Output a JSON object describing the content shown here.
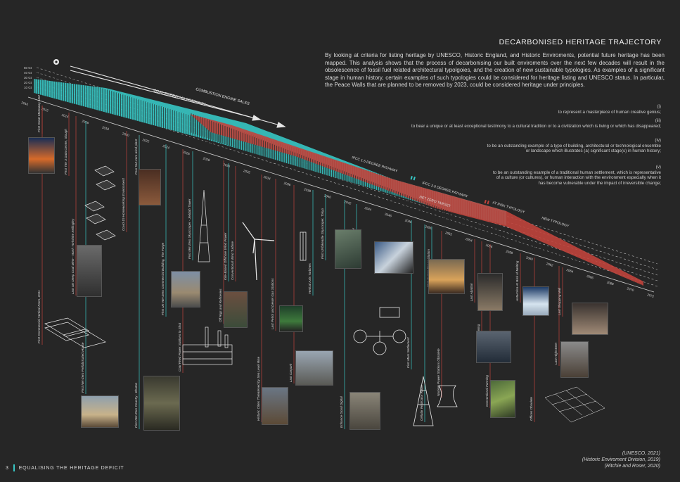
{
  "title": "DECARBONISED HERITAGE TRAJECTORY",
  "intro": "By looking at criteria for listing heritage by UNESCO, Historic England, and Historic Enviroments, potential future heritage has been mapped. This analysis shows that the process of decarbonising our built enviroments over the next few decades will result in the obsolescence of fossil fuel related architectural typolgoies, and the creation of new sustainable typologies. As examples of a significant stage in human history, certain examples of such typologies could be considered for heritage listing and UNESCO status. In particular, the Peace Walls that are planned to be removed by 2023, could be considered heritage under principles.",
  "criteria": [
    {
      "num": "(i)",
      "text": "to represent a masterpiece of human creative genius;"
    },
    {
      "num": "(iii)",
      "text": "to bear a unique or at least exceptional testimony to a cultural tradition or to a civilization which is living or which has disappeared;"
    },
    {
      "num": "(iv)",
      "text": "to be an outstanding example of a type of building, architectural or technological ensemble or landscape which illustrates (a) significant stage(s) in human history;"
    },
    {
      "num": "(v)",
      "text": "to be an outstanding example of a traditional human settlement, which is representative of a culture (or cultures), or human interaction with the environment especially when it has become vulnerable under the impact of irreversible change;"
    }
  ],
  "references": [
    "(UNESCO, 2021)",
    "(Historic Enviroment Division, 2019)",
    "(Ritchie and Roser, 2020)"
  ],
  "footer": {
    "page": "3",
    "label": "EQUALISING THE HERITAGE DEFICIT"
  },
  "timeline": {
    "years": [
      "2010",
      "2012",
      "2014",
      "2016",
      "2018",
      "2020",
      "2022",
      "2024",
      "2026",
      "2028",
      "2030",
      "2032",
      "2034",
      "2036",
      "2038",
      "2040",
      "2042",
      "2044",
      "2046",
      "2048",
      "2050",
      "2052",
      "2054",
      "2056",
      "2058",
      "2060",
      "2062",
      "2064",
      "2066",
      "2068",
      "2070",
      "2072"
    ],
    "y_axis": [
      "50 Gt",
      "40 Gt",
      "30 Gt",
      "20 Gt",
      "10 Gt"
    ],
    "arrows": [
      "COAL ENERGY ELECTRICITY",
      "COMBUSTION ENGINE SALES"
    ],
    "legend": {
      "pathway_15": "IPCC 1.5 DEGREE PATHWAY",
      "pathway_2": "IPCC 2.0 DEGREE PATHWAY",
      "at_risk": "AT RISK TYPOLOGY",
      "new": "NEW TYPOLOGY",
      "net_zero": "NET ZERO TARGET"
    },
    "colors": {
      "teal": "#37c6c4",
      "red": "#c0443c"
    }
  },
  "labels": [
    "First Great Motorway M62",
    "First Tier 3 Data Centre, Slough",
    "Last UK Deep Coal Mine - North Yorkshire Kellingley",
    "First Commercial Vertical Farm, 2011",
    "Covid-19 Homeworking Environment",
    "First Net-Zero Prefabricated House",
    "Four Nut-zero wind plant",
    "First UK Net-Zero Commercial Building, The Forge",
    "First Net-Zero Country - Bhutan",
    "First Net-Zero Skyscraper - Jeddah Tower",
    "Coal Fired Power Stations to Shut",
    "Off Rigs and Refineries",
    "Kite-Based Offshore Wind Power",
    "Conventional Wind Turbine",
    "Historic Cities Threatened by Sea Level Rise",
    "Last Petrol and Diesel Gas Stations",
    "Last Carpark",
    "Vertical Axis Turbines",
    "First Unfakeable Skyscraper, Tokyo",
    "Enhance Good Digital",
    "NASA Sunflower",
    "First Mars Settlement",
    "Cellular Replicator Radio",
    "First Fusion Power Station",
    "Nuclear Power Stations Obsolete",
    "Last Abattoir",
    "Last Livestock Housing",
    "Conventional Farming",
    "Antarctica At Risk of Melting",
    "Offices Obsolete",
    "Last Shopping Mall",
    "Last Highstreet"
  ]
}
